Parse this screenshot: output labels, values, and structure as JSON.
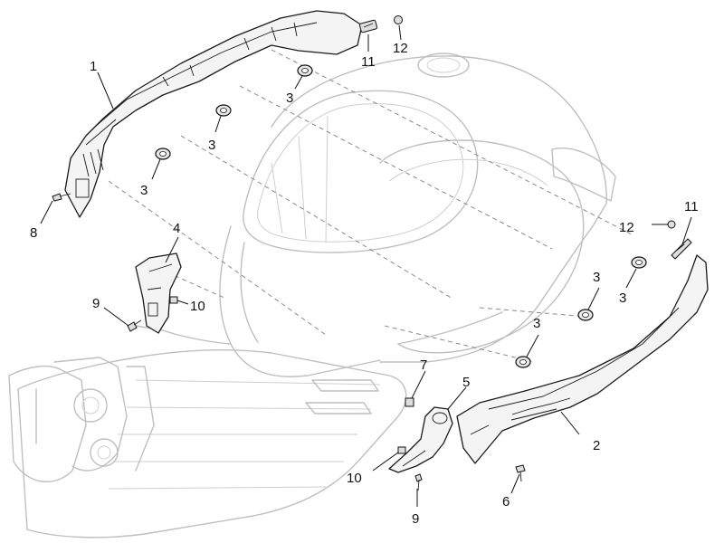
{
  "callouts": {
    "c1": "1",
    "c2": "2",
    "c3a": "3",
    "c3b": "3",
    "c3c": "3",
    "c3d": "3",
    "c3e": "3",
    "c3f": "3",
    "c4": "4",
    "c5": "5",
    "c6": "6",
    "c7": "7",
    "c8": "8",
    "c9a": "9",
    "c9b": "9",
    "c10a": "10",
    "c10b": "10",
    "c11a": "11",
    "c11b": "11",
    "c12a": "12",
    "c12b": "12"
  }
}
